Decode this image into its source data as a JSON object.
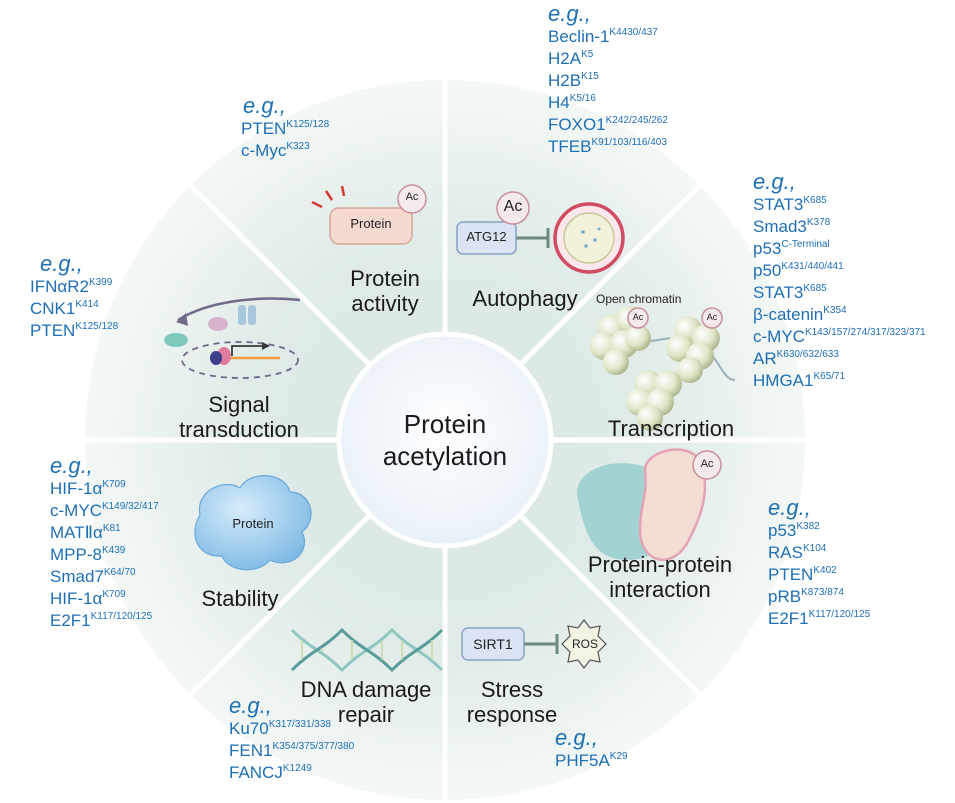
{
  "center": {
    "line1": "Protein",
    "line2": "acetylation"
  },
  "sectors": {
    "protein_activity": {
      "title": [
        "Protein",
        "activity"
      ],
      "eg": "e.g.,",
      "items": [
        {
          "name": "PTEN",
          "site": "K125/128"
        },
        {
          "name": "c-Myc",
          "site": "K323"
        }
      ],
      "icon": {
        "protein": "Protein",
        "ac": "Ac"
      }
    },
    "autophagy": {
      "title": [
        "Autophagy"
      ],
      "eg": "e.g.,",
      "items": [
        {
          "name": "Beclin-1",
          "site": "K4430/437"
        },
        {
          "name": "H2A",
          "site": "K5"
        },
        {
          "name": "H2B",
          "site": "K15"
        },
        {
          "name": "H4",
          "site": "K5/16"
        },
        {
          "name": "FOXO1",
          "site": "K242/245/262"
        },
        {
          "name": "TFEB",
          "site": "K91/103/116/403"
        }
      ],
      "icon": {
        "atg": "ATG12",
        "ac": "Ac"
      }
    },
    "transcription": {
      "title": [
        "Transcription"
      ],
      "eg": "e.g.,",
      "items": [
        {
          "name": "STAT3",
          "site": "K685"
        },
        {
          "name": "Smad3",
          "site": "K378"
        },
        {
          "name": "p53",
          "site": "C-Terminal"
        },
        {
          "name": "p50",
          "site": "K431/440/441"
        },
        {
          "name": "STAT3",
          "site": "K685"
        },
        {
          "name": "β-catenin",
          "site": "K354"
        },
        {
          "name": "c-MYC",
          "site": "K143/157/274/317/323/371"
        },
        {
          "name": "AR",
          "site": "K630/632/633"
        },
        {
          "name": "HMGA1",
          "site": "K65/71"
        }
      ],
      "icon": {
        "chromatin": "Open chromatin",
        "ac": "Ac"
      }
    },
    "ppi": {
      "title": [
        "Protein-protein",
        "interaction"
      ],
      "eg": "e.g.,",
      "items": [
        {
          "name": "p53",
          "site": "K382"
        },
        {
          "name": "RAS",
          "site": "K104"
        },
        {
          "name": "PTEN",
          "site": "K402"
        },
        {
          "name": "pRB",
          "site": "K873/874"
        },
        {
          "name": "E2F1",
          "site": "K117/120/125"
        }
      ],
      "icon": {
        "ac": "Ac"
      }
    },
    "stress": {
      "title": [
        "Stress",
        "response"
      ],
      "eg": "e.g.,",
      "items": [
        {
          "name": "PHF5A",
          "site": "K29"
        }
      ],
      "icon": {
        "sirt": "SIRT1",
        "ros": "ROS"
      }
    },
    "dna": {
      "title": [
        "DNA damage",
        "repair"
      ],
      "eg": "e.g.,",
      "items": [
        {
          "name": "Ku70",
          "site": "K317/331/338"
        },
        {
          "name": "FEN1",
          "site": "K354/375/377/380"
        },
        {
          "name": "FANCJ",
          "site": "K1249"
        }
      ]
    },
    "stability": {
      "title": [
        "Stability"
      ],
      "eg": "e.g.,",
      "items": [
        {
          "name": "HIF-1α",
          "site": "K709"
        },
        {
          "name": "c-MYC",
          "site": "K149/32/417"
        },
        {
          "name": "MATⅡα",
          "site": "K81"
        },
        {
          "name": "MPP-8",
          "site": "K439"
        },
        {
          "name": "Smad7",
          "site": "K64/70"
        },
        {
          "name": "HIF-1α",
          "site": "K709"
        },
        {
          "name": "E2F1",
          "site": "K117/120/125"
        }
      ],
      "icon": {
        "protein": "Protein"
      }
    },
    "signal": {
      "title": [
        "Signal",
        "transduction"
      ],
      "eg": "e.g.,",
      "items": [
        {
          "name": "IFNαR2",
          "site": "K399"
        },
        {
          "name": "CNK1",
          "site": "K414"
        },
        {
          "name": "PTEN",
          "site": "K125/128"
        }
      ]
    }
  },
  "colors": {
    "text_blue": "#1f6fb5",
    "title": "#1a1a1a",
    "line": "#ffffff",
    "wheel": "#e1ece9",
    "center": "#f3f7fb"
  }
}
